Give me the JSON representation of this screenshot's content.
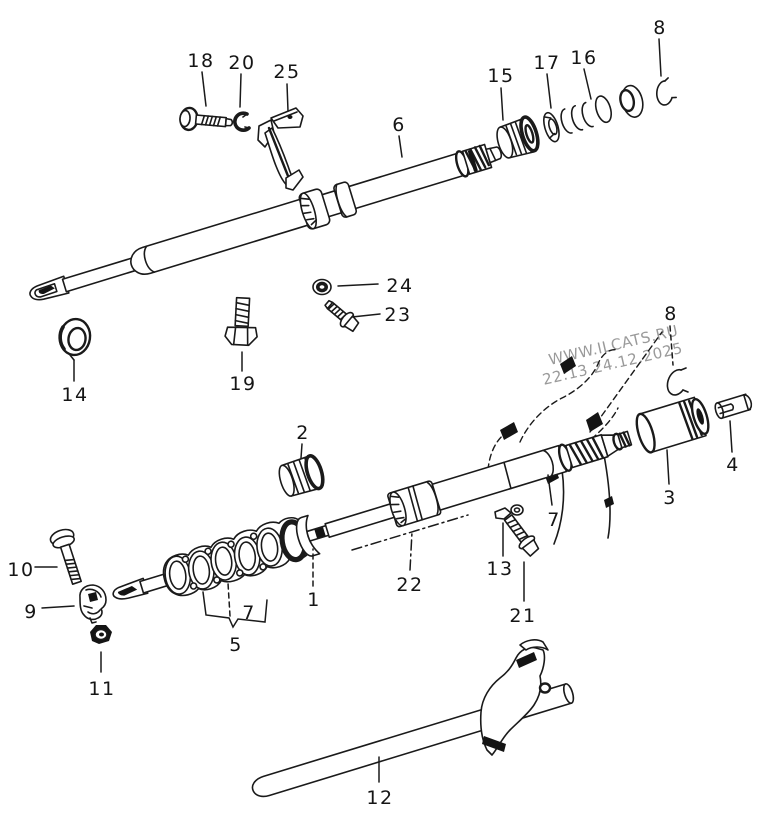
{
  "diagram": {
    "title": "steering-shaft-exploded-parts-diagram",
    "watermark": {
      "line1": "WWW.ILCATS.RU",
      "line2": "22:13 24.12.2025"
    },
    "callouts": {
      "1": "1",
      "2": "2",
      "3": "3",
      "4": "4",
      "5": "5",
      "6": "6",
      "7": "7",
      "8": "8",
      "9": "9",
      "10": "10",
      "11": "11",
      "12": "12",
      "13": "13",
      "14": "14",
      "15": "15",
      "16": "16",
      "17": "17",
      "18": "18",
      "19": "19",
      "20": "20",
      "21": "21",
      "22": "22",
      "23": "23",
      "24": "24",
      "25": "25"
    }
  },
  "colors": {
    "background": "#ffffff",
    "line": "#1a1a1a",
    "watermark": "#9a9a9a"
  }
}
